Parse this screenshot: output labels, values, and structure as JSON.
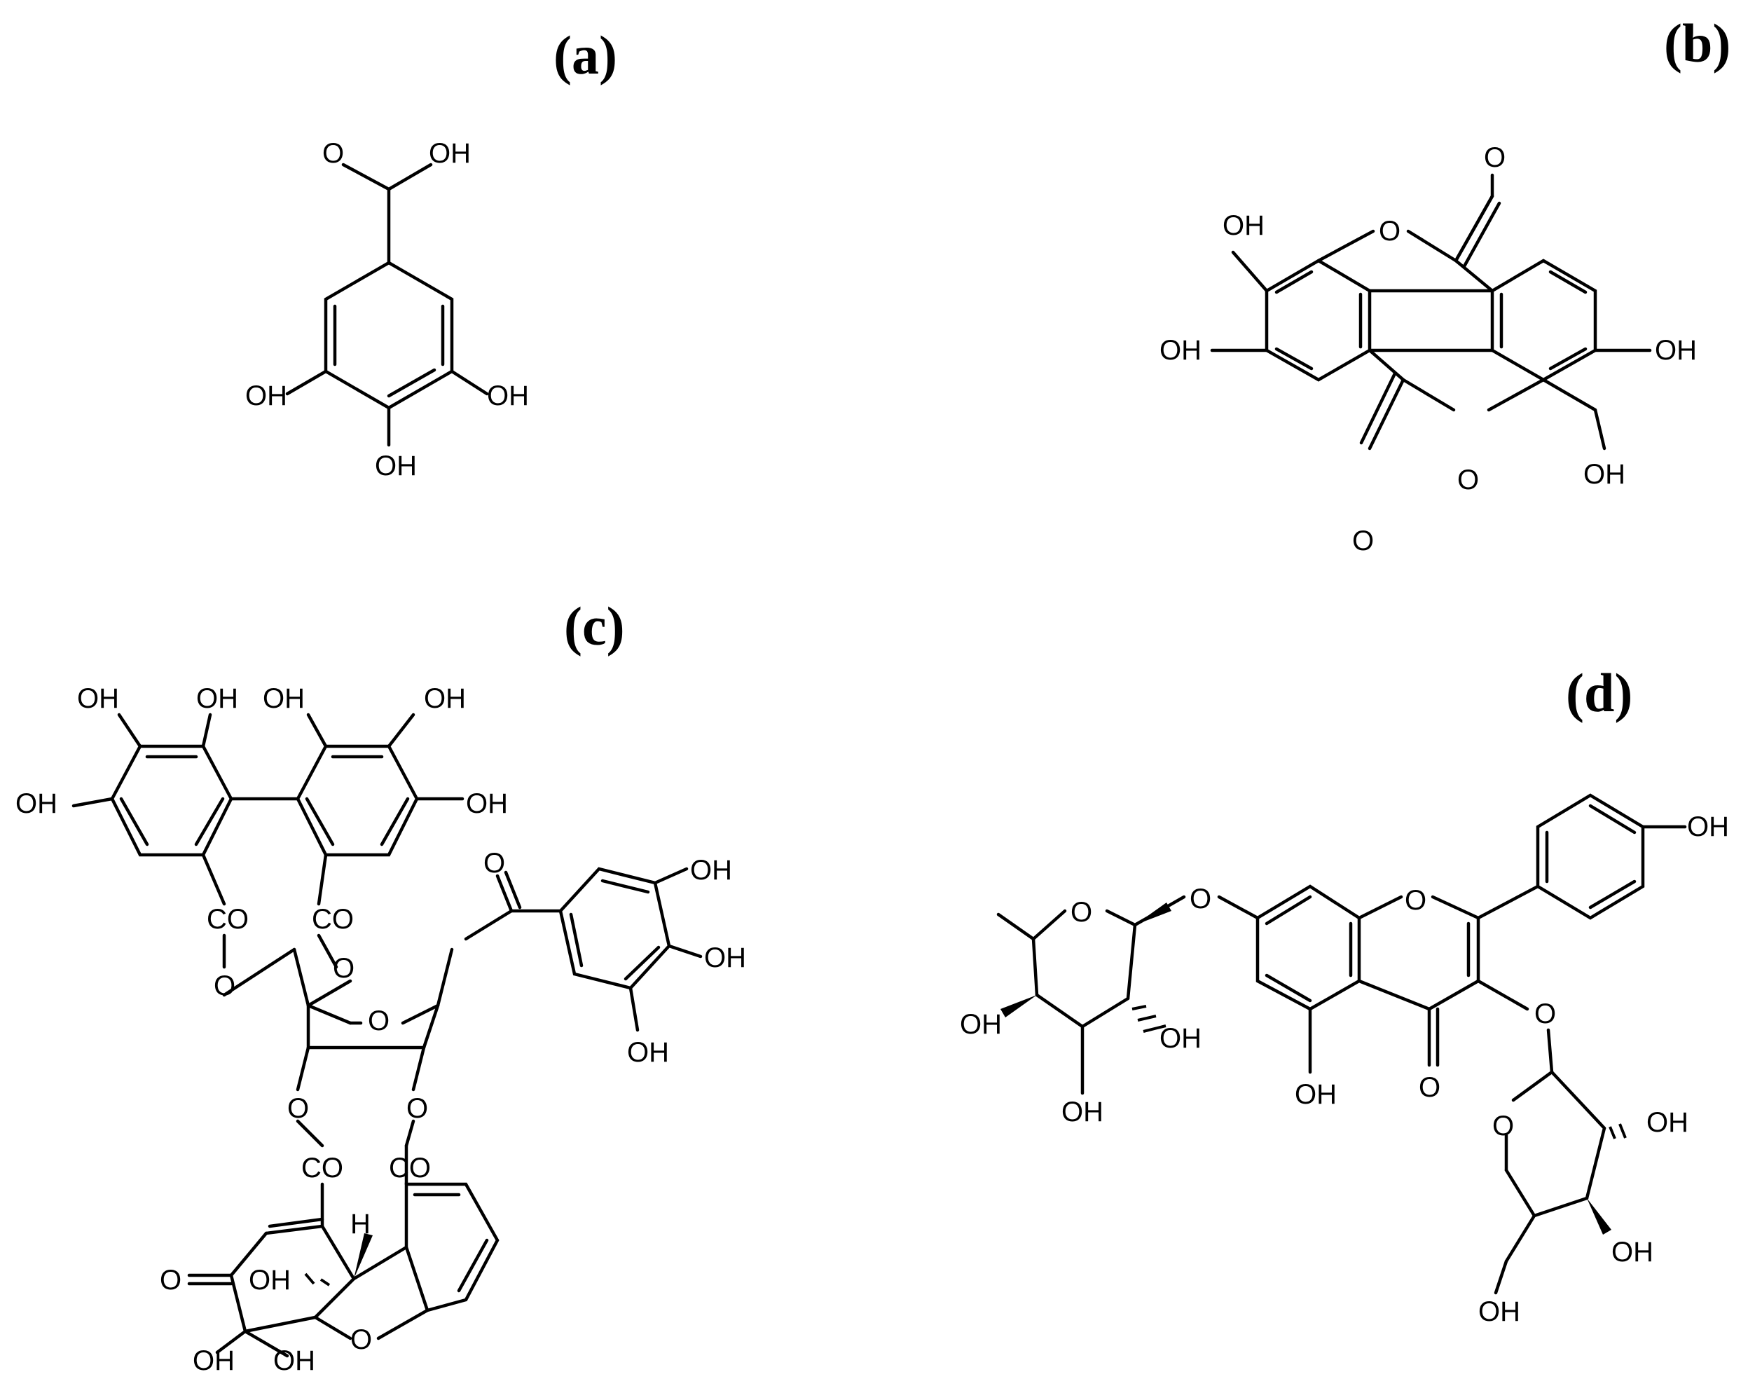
{
  "figure": {
    "panels": [
      {
        "id": "a",
        "label": "(a)",
        "atoms": {
          "o_carbonyl": "O",
          "oh_acid": "OH",
          "oh_left": "OH",
          "oh_right": "OH",
          "oh_bottom": "OH"
        }
      },
      {
        "id": "b",
        "label": "(b)",
        "atoms": {
          "o_carbonyl_top": "O",
          "o_ring_top": "O",
          "oh_top_left": "OH",
          "oh_left": "OH",
          "oh_right": "OH",
          "oh_bottom_right": "OH",
          "o_ring_bottom": "O",
          "o_carbonyl_bottom": "O"
        }
      },
      {
        "id": "c",
        "label": "(c)",
        "atoms": {
          "oh_1": "OH",
          "oh_2": "OH",
          "oh_3": "OH",
          "oh_4": "OH",
          "oh_5": "OH",
          "oh_6": "OH",
          "co_left": "CO",
          "co_mid": "CO",
          "o_ester_right": "O",
          "oh_galloyl_top": "OH",
          "oh_galloyl_mid": "OH",
          "oh_galloyl_bot": "OH",
          "o_left": "O",
          "o_upper_mid": "O",
          "o_ring": "O",
          "o_lower_left": "O",
          "o_lower_right": "O",
          "co_lower_left": "CO",
          "co_lower_right": "CO",
          "h_stereo": "H",
          "o_ketone": "O",
          "oh_lower_mid": "OH",
          "o_ring_bottom": "O",
          "oh_bottom_left": "OH",
          "oh_bottom_right": "OH"
        }
      },
      {
        "id": "d",
        "label": "(d)",
        "atoms": {
          "oh_phenol": "OH",
          "o_pyran": "O",
          "o_chromone": "O",
          "o_glycoside_7": "O",
          "oh_sugar_left": "OH",
          "oh_sugar_right": "OH",
          "oh_sugar_bottom": "OH",
          "oh_5": "OH",
          "o_ketone": "O",
          "o_glycoside_3": "O",
          "o_furanose": "O",
          "oh_furanose_right": "OH",
          "oh_furanose_low": "OH",
          "oh_ch2": "OH"
        }
      }
    ]
  }
}
